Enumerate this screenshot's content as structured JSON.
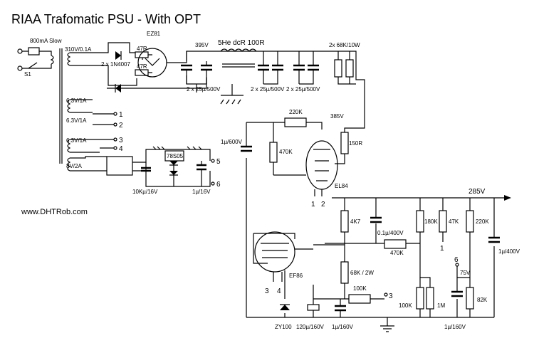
{
  "title": "RIAA Trafomatic PSU - With OPT",
  "website": "www.DHTRob.com",
  "fuse": "800mA Slow",
  "switch": "S1",
  "transformer": {
    "hv_winding": "310V/0.1A",
    "heater_1": "6.3V/1A",
    "heater_2": "6.3V/1A",
    "heater_3": "6.3V/1A",
    "low_winding": "8V/2A"
  },
  "rectifier": {
    "tube": "EZ81",
    "diodes": "2 x 1N4007",
    "res_a": "47R",
    "res_b": "47R"
  },
  "choke": "5He dcR 100R",
  "voltages": {
    "v395": "395V",
    "v385": "385V",
    "v285": "285V",
    "v75": "75V"
  },
  "caps": {
    "c_pair1": "2 x 25µ/500V",
    "c_pair2": "2 x 25µ/500V",
    "c_pair3": "2 x 25µ/500V",
    "c1u600": "1µ/600V",
    "c01u400": "0.1µ/400V",
    "c1u400": "1µ/400V",
    "c120u": "120µ/160V",
    "c1u160a": "1µ/160V",
    "c1u160b": "1µ/160V",
    "c10k": "10Kµ/16V",
    "c1u16": "1µ/16V"
  },
  "resistors": {
    "r68k": "2x 68K/10W",
    "r220k_top": "220K",
    "r150r": "150R",
    "r470k_a": "470K",
    "r4k7": "4K7",
    "r470k_b": "470K",
    "r180k": "180K",
    "r47k": "47K",
    "r220k_b": "220K",
    "r68k2w": "68K / 2W",
    "r100k_a": "100K",
    "r100k_b": "100K",
    "r1m": "1M",
    "r82k": "82K"
  },
  "regulator": "78S05",
  "tubes": {
    "el84": "EL84",
    "ef86": "EF86"
  },
  "zener": "ZY100",
  "pins": {
    "p1": "1",
    "p2": "2",
    "p3": "3",
    "p4": "4",
    "p5": "5",
    "p6": "6"
  }
}
